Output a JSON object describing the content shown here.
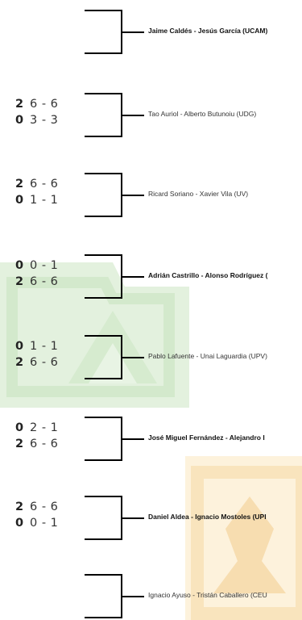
{
  "colors": {
    "watermark_green": "#d9ecd4",
    "watermark_orange": "#fbebc9",
    "bracket": "#000000"
  },
  "matches": [
    {
      "top_sets": "",
      "top_games": "",
      "bottom_sets": "",
      "bottom_games": "",
      "winner_pair": "Jaime Caldés - Jesús García (UCAM)",
      "winner_bold": true
    },
    {
      "top_sets": "2",
      "top_games": "6 - 6",
      "bottom_sets": "0",
      "bottom_games": "3 - 3",
      "winner_pair": "Tao Auriol - Alberto Butunoiu (UDG)",
      "winner_bold": false
    },
    {
      "top_sets": "2",
      "top_games": "6 - 6",
      "bottom_sets": "0",
      "bottom_games": "1 - 1",
      "winner_pair": "Ricard Soriano - Xavier Vila (UV)",
      "winner_bold": false
    },
    {
      "top_sets": "0",
      "top_games": "0 - 1",
      "bottom_sets": "2",
      "bottom_games": "6 - 6",
      "winner_pair": "Adrián Castrillo - Alonso Rodríguez (",
      "winner_bold": true
    },
    {
      "top_sets": "0",
      "top_games": "1 - 1",
      "bottom_sets": "2",
      "bottom_games": "6 - 6",
      "winner_pair": "Pablo Lafuente - Unai Laguardia (UPV)",
      "winner_bold": false
    },
    {
      "top_sets": "0",
      "top_games": "2 - 1",
      "bottom_sets": "2",
      "bottom_games": "6 - 6",
      "winner_pair": "José Miguel Fernández - Alejandro I",
      "winner_bold": true
    },
    {
      "top_sets": "2",
      "top_games": "6 - 6",
      "bottom_sets": "0",
      "bottom_games": "0 - 1",
      "winner_pair": "Daniel Aldea - Ignacio Mostoles (UPI",
      "winner_bold": true
    },
    {
      "top_sets": "",
      "top_games": "",
      "bottom_sets": "",
      "bottom_games": "",
      "winner_pair": "Ignacio Ayuso - Tristán Caballero (CEU",
      "winner_bold": false
    }
  ]
}
